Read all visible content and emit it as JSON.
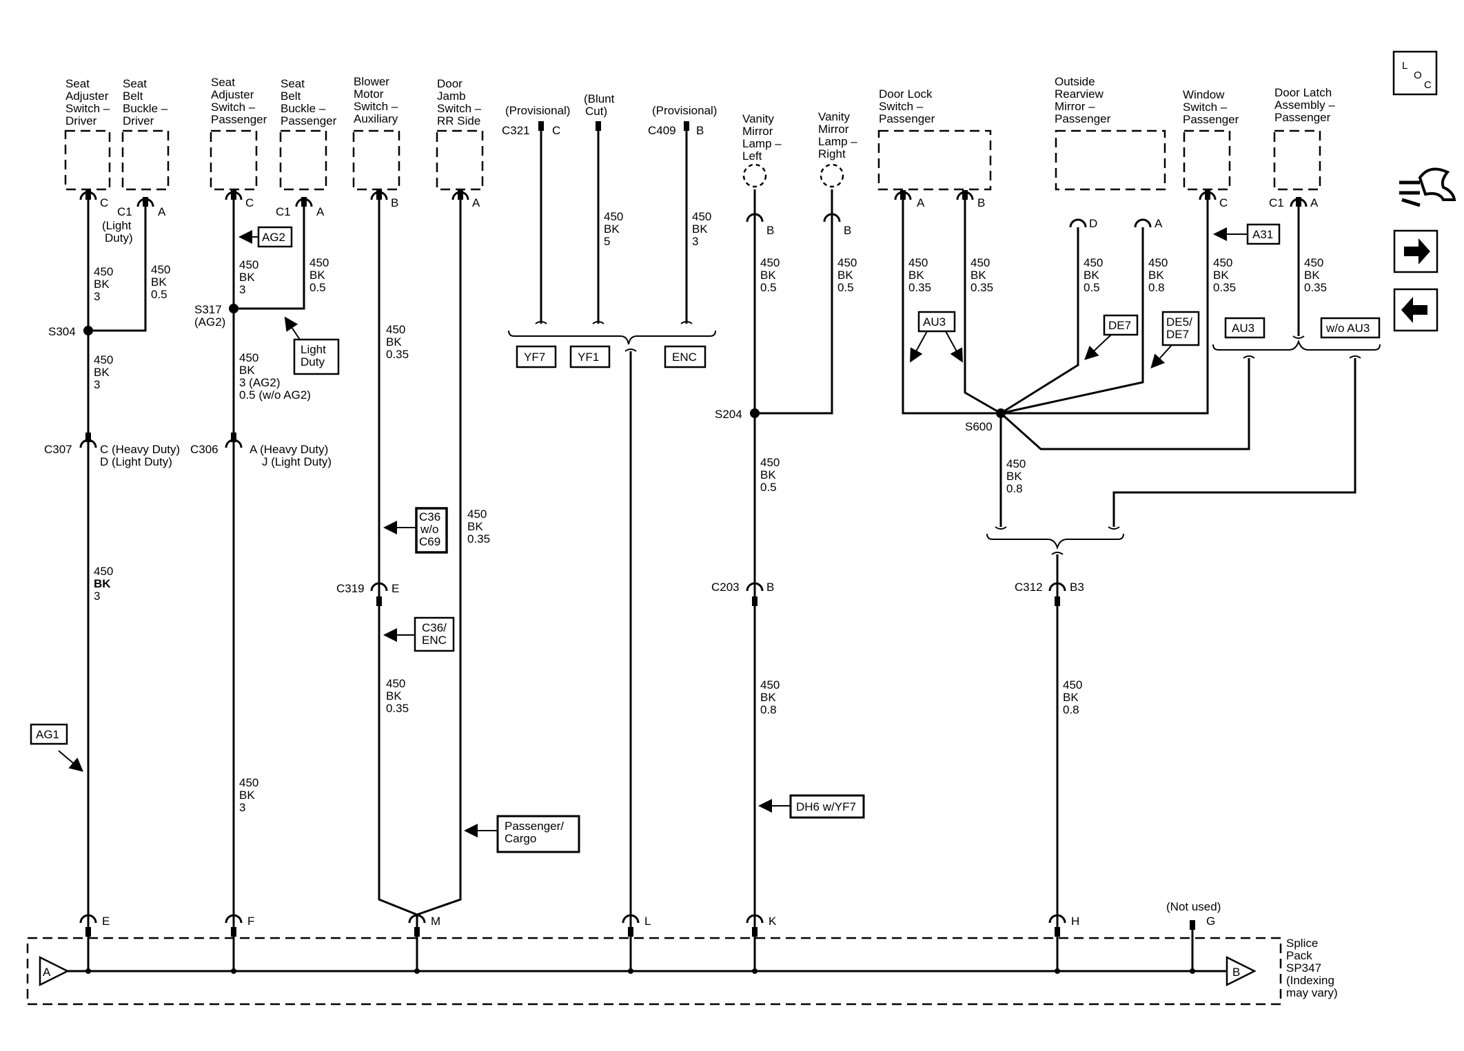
{
  "loc_icon": "loc-icon",
  "nav_icons": [
    "tools-icon",
    "arrow-right-icon",
    "arrow-left-icon"
  ],
  "components": {
    "seat_adj_driver": [
      "Seat",
      "Adjuster",
      "Switch –",
      "Driver"
    ],
    "seat_belt_driver": [
      "Seat",
      "Belt",
      "Buckle –",
      "Driver"
    ],
    "seat_adj_pass": [
      "Seat",
      "Adjuster",
      "Switch –",
      "Passenger"
    ],
    "seat_belt_pass": [
      "Seat",
      "Belt",
      "Buckle –",
      "Passenger"
    ],
    "blower": [
      "Blower",
      "Motor",
      "Switch –",
      "Auxiliary"
    ],
    "door_jamb": [
      "Door",
      "Jamb",
      "Switch –",
      "RR Side"
    ],
    "vanity_left": [
      "Vanity",
      "Mirror",
      "Lamp –",
      "Left"
    ],
    "vanity_right": [
      "Vanity",
      "Mirror",
      "Lamp –",
      "Right"
    ],
    "door_lock": [
      "Door Lock",
      "Switch –",
      "Passenger"
    ],
    "outside_mirror": [
      "Outside",
      "Rearview",
      "Mirror –",
      "Passenger"
    ],
    "window_switch": [
      "Window",
      "Switch –",
      "Passenger"
    ],
    "door_latch": [
      "Door Latch",
      "Assembly –",
      "Passenger"
    ]
  },
  "pins": {
    "c": "C",
    "a": "A",
    "b": "B",
    "d": "D",
    "e": "E",
    "f": "F",
    "m": "M",
    "l": "L",
    "k": "K",
    "h": "H",
    "g": "G",
    "b3": "B3",
    "c1": "C1"
  },
  "connectors": {
    "c321": "C321",
    "c409": "C409",
    "c307": "C307",
    "c306": "C306",
    "c319": "C319",
    "c203": "C203",
    "c312": "C312"
  },
  "splices": {
    "s304": "S304",
    "s317": "S317",
    "s317_sub": "(AG2)",
    "s204": "S204",
    "s600": "S600"
  },
  "notes": {
    "provisional": "(Provisional)",
    "blunt_cut": [
      "(Blunt",
      "Cut)"
    ],
    "light_duty_paren": [
      "(Light",
      "Duty)"
    ],
    "c307_pins": [
      "C (Heavy Duty)",
      "D (Light Duty)"
    ],
    "c306_pins": [
      "A (Heavy Duty)",
      "J (Light Duty)"
    ],
    "not_used": "(Not used)",
    "s317_wire_size": [
      "3 (AG2)",
      "0.5 (w/o AG2)"
    ]
  },
  "wire": {
    "circuit": "450",
    "color": "BK"
  },
  "wire_sizes": {
    "w3": "3",
    "w05": "0.5",
    "w035": "0.35",
    "w5": "5",
    "w08": "0.8"
  },
  "labels": {
    "ag2": "AG2",
    "light_duty": [
      "Light",
      "Duty"
    ],
    "ag1": "AG1",
    "c36_wo_c69": [
      "C36",
      "w/o",
      "C69"
    ],
    "c36_enc": [
      "C36/",
      "ENC"
    ],
    "passenger_cargo": [
      "Passenger/",
      "Cargo"
    ],
    "yf7": "YF7",
    "yf1": "YF1",
    "enc": "ENC",
    "dh6": "DH6 w/YF7",
    "au3": "AU3",
    "de7": "DE7",
    "de5_de7": [
      "DE5/",
      "DE7"
    ],
    "a31": "A31",
    "wo_au3": "w/o AU3"
  },
  "splice_pack": {
    "start": "A",
    "end": "B",
    "label": [
      "Splice",
      "Pack",
      "SP347",
      "(Indexing",
      "may vary)"
    ]
  }
}
